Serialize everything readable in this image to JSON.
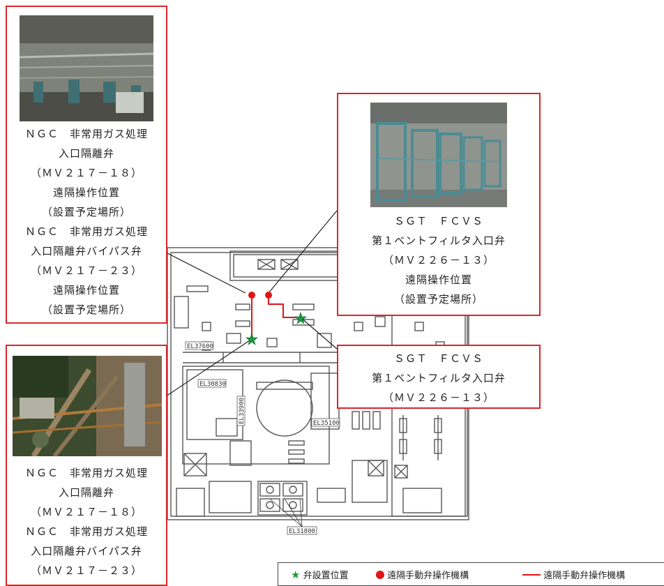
{
  "callout_top_left": {
    "lines": [
      "ＮＧＣ　非常用ガス処理",
      "入口隔離弁",
      "（ＭＶ２１７－１８）",
      "遠隔操作位置",
      "（設置予定場所）",
      "ＮＧＣ　非常用ガス処理",
      "入口隔離弁バイパス弁",
      "（ＭＶ２１７－２３）",
      "遠隔操作位置",
      "（設置予定場所）"
    ]
  },
  "callout_top_right": {
    "lines": [
      "ＳＧＴ　ＦＣＶＳ",
      "第１ベントフィルタ入口弁",
      "（ＭＶ２２６－１３）",
      "遠隔操作位置",
      "（設置予定場所）"
    ]
  },
  "callout_mid_right": {
    "lines": [
      "ＳＧＴ　ＦＣＶＳ",
      "第１ベントフィルタ入口弁",
      "（ＭＶ２２６－１３）"
    ]
  },
  "callout_bottom_left": {
    "lines": [
      "ＮＧＣ　非常用ガス処理",
      "入口隔離弁",
      "（ＭＶ２１７－１８）",
      "ＮＧＣ　非常用ガス処理",
      "入口隔離弁バイパス弁",
      "（ＭＶ２１７－２３）"
    ]
  },
  "elevations": {
    "el37600": "EL37600",
    "el30830": "EL30830",
    "el33900": "EL33900",
    "el35100": "EL35100",
    "el31800": "EL31800"
  },
  "legend": {
    "valve_location": "弁設置位置",
    "remote_mechanism": "遠隔手動弁操作機構",
    "remote_mechanism_line": "遠隔手動弁操作機構"
  },
  "colors": {
    "callout_border": "#d9262b",
    "star": "#1a9a3c",
    "mechanism": "#e01515"
  }
}
